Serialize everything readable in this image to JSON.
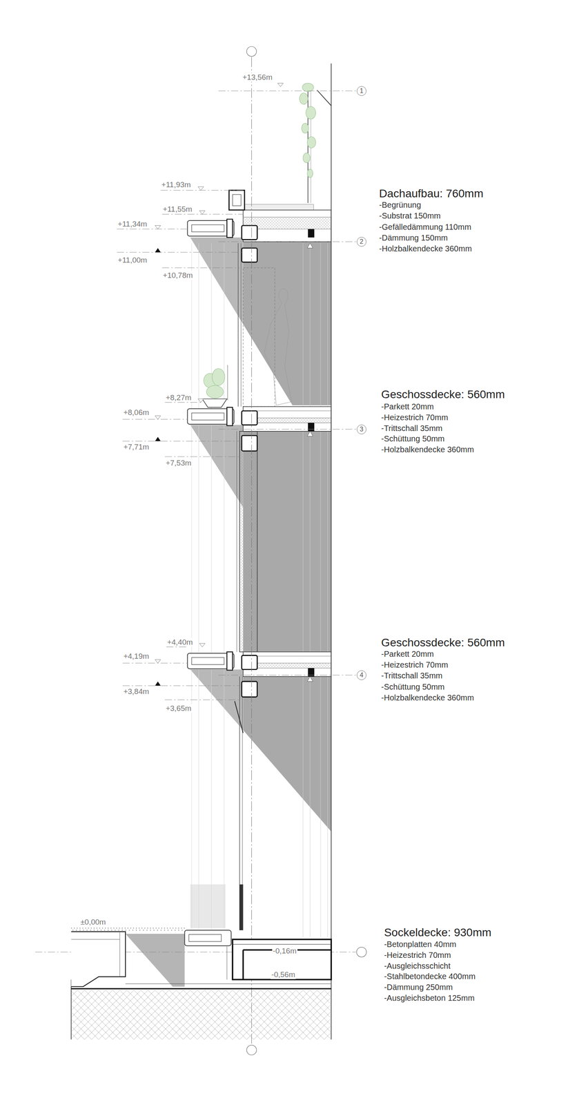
{
  "diagram": {
    "nodes": [
      {
        "text": [
          "1"
        ]
      },
      {
        "text": [
          "2"
        ]
      },
      {
        "text": [
          "3"
        ]
      },
      {
        "text": [
          "4"
        ]
      }
    ],
    "labels": [
      "+13,56m",
      "+11,93m",
      "+11,55m",
      "+11,34m",
      "+11,00m",
      "+10,78m",
      "+8,27m",
      "+8,06m",
      "+7,71m",
      "+7,53m",
      "+4,40m",
      "+4,19m",
      "+3,84m",
      "+3,65m",
      "±0,00m",
      "-0,16m",
      "-0,56m",
      "Dachaufbau: 760mm",
      "-Begrünung",
      "-Substrat 150mm",
      "-Gefälledämmung 110mm",
      "-Dämmung 150mm",
      "-Holzbalkendecke 360mm",
      "Geschossdecke: 560mm",
      "-Parkett 20mm",
      "-Heizestrich 70mm",
      "-Trittschall 35mm",
      "-Schüttung 50mm",
      "-Holzbalkendecke 360mm",
      "Geschossdecke: 560mm",
      "-Parkett 20mm",
      "-Heizestrich 70mm",
      "-Trittschall 35mm",
      "-Schüttung 50mm",
      "-Holzbalkendecke 360mm",
      "Sockeldecke: 930mm",
      "-Betonplatten 40mm",
      "-Heizestrich 70mm",
      "-Ausgleichsschicht",
      "-Stahlbetondecke 400mm",
      "-Dämmung 250mm",
      "-Ausgleichsbeton 125mm"
    ]
  }
}
